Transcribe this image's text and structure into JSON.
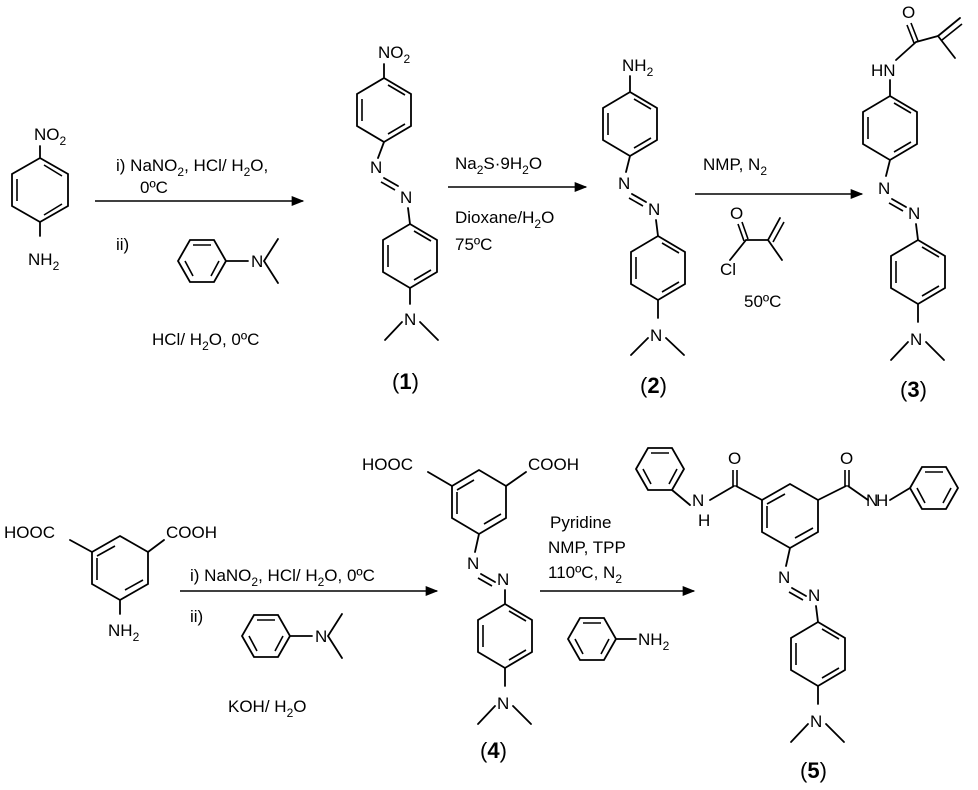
{
  "atoms": {
    "nitro": "NO",
    "nitro_sub": "2",
    "amine": "NH",
    "amine_sub": "2",
    "n": "N",
    "cooh_left": "HOOC",
    "cooh_right": "COOH",
    "hn": "HN",
    "h": "H",
    "o": "O",
    "cl": "Cl"
  },
  "reactions": {
    "r1": {
      "step_i_a": "i) NaNO",
      "step_i_sub": "2",
      "step_i_b": ", HCl/ H",
      "step_i_sub2": "2",
      "step_i_c": "O,",
      "temp": "0ºC",
      "step_ii": "ii)",
      "cond_a": "HCl/ H",
      "cond_sub": "2",
      "cond_b": "O, 0ºC"
    },
    "r2": {
      "reagent_a": "Na",
      "reagent_sub1": "2",
      "reagent_b": "S·9H",
      "reagent_sub2": "2",
      "reagent_c": "O",
      "solvent_a": "Dioxane/H",
      "solvent_sub": "2",
      "solvent_b": "O",
      "temp": "75ºC"
    },
    "r3": {
      "cond_a": "NMP, N",
      "cond_sub": "2",
      "temp": "50ºC"
    },
    "r4": {
      "step_i_a": "i) NaNO",
      "step_i_sub": "2",
      "step_i_b": ", HCl/ H",
      "step_i_sub2": "2",
      "step_i_c": "O, 0ºC",
      "step_ii": "ii)",
      "cond_a": "KOH/ H",
      "cond_sub": "2",
      "cond_b": "O"
    },
    "r5": {
      "line1": "Pyridine",
      "line2": "NMP, TPP",
      "line3_a": "110ºC, N",
      "line3_sub": "2"
    }
  },
  "compounds": {
    "c1": "1",
    "c2": "2",
    "c3": "3",
    "c4": "4",
    "c5": "5"
  }
}
